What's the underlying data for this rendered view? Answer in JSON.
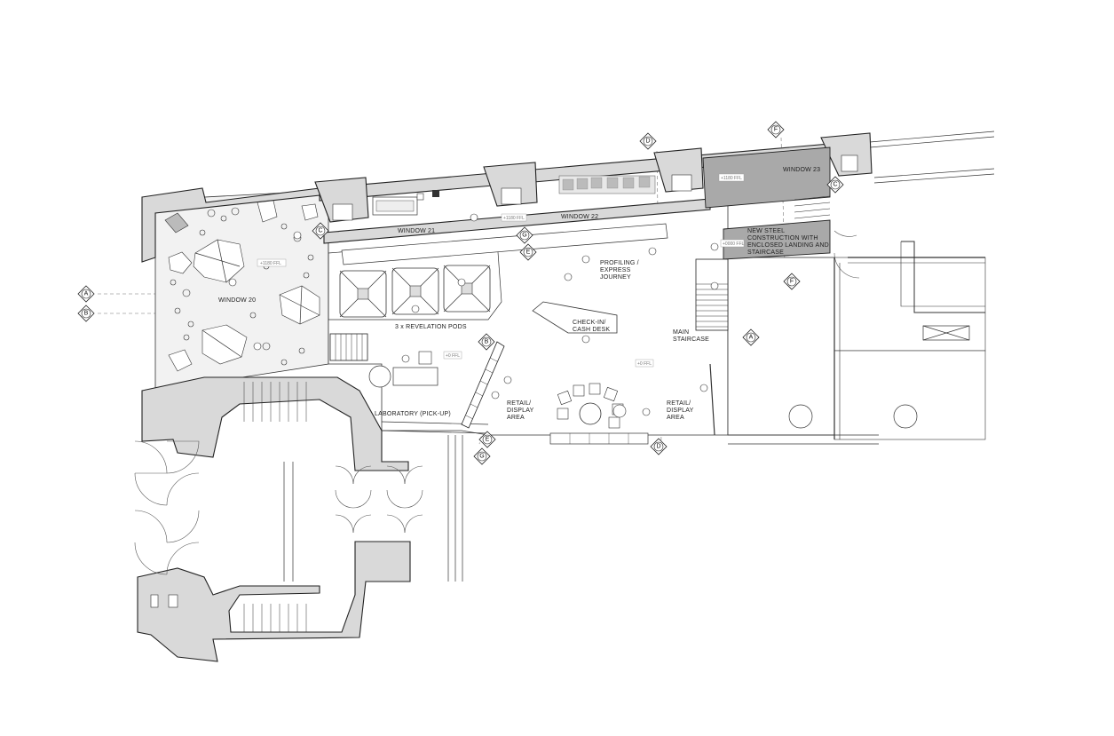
{
  "labels": {
    "window_20": "WINDOW 20",
    "window_21": "WINDOW 21",
    "window_22": "WINDOW 22",
    "window_23": "WINDOW 23",
    "revelation_pods": "3 x REVELATION PODS",
    "profiling_1": "PROFILING /",
    "profiling_2": "EXPRESS",
    "profiling_3": "JOURNEY",
    "checkin_1": "CHECK-IN/",
    "checkin_2": "CASH DESK",
    "main_stair_1": "MAIN",
    "main_stair_2": "STAIRCASE",
    "steel_1": "NEW STEEL",
    "steel_2": "CONSTRUCTION WITH",
    "steel_3": "ENCLOSED LANDING  AND",
    "steel_4": "STAIRCASE",
    "laboratory": "LABORATORY (PICK-UP)",
    "retail_left_1": "RETAIL/",
    "retail_left_2": "DISPLAY",
    "retail_left_3": "AREA",
    "retail_right_1": "RETAIL/",
    "retail_right_2": "DISPLAY",
    "retail_right_3": "AREA"
  },
  "level_tags": {
    "t1": "+1180 FFL",
    "t2": "+1180 FFL",
    "t3": "+1180 FFL",
    "t4": "+0 FFL",
    "t5": "+0 FFL",
    "t6": "+0000 FFL"
  },
  "section_markers": {
    "a_left": "A",
    "b_left": "B",
    "c_left": "C",
    "c_right": "C",
    "d_top": "D",
    "d_bottom": "D",
    "e_mid": "E",
    "e_low": "E",
    "f_top": "F",
    "f_right": "F",
    "g_mid": "G",
    "g_low": "G",
    "b_mid": "B",
    "a_right": "A"
  },
  "colors": {
    "wall_fill": "#d9d9d9",
    "floor_fill": "#f2f2f2",
    "steel_fill": "#a9a9a9",
    "line": "#222222"
  }
}
